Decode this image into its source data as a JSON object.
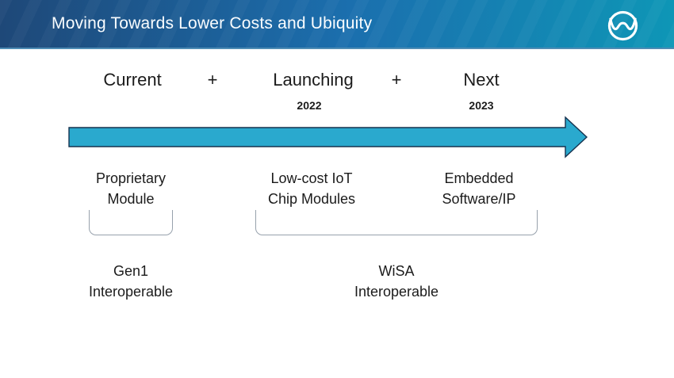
{
  "header": {
    "title": "Moving Towards Lower Costs and Ubiquity",
    "logo_icon": "wisa-wave-logo"
  },
  "colors": {
    "header_start": "#1E4878",
    "header_mid": "#1B6FAE",
    "header_end": "#0E96B6",
    "header_edge": "#4E8CB4",
    "arrow_fill": "#2AA9CE",
    "arrow_stroke": "#16324F",
    "bracket": "#97A1AC",
    "ink": "#1B1B1B"
  },
  "timeline": {
    "plus": "+",
    "phases": [
      {
        "label": "Current",
        "year": ""
      },
      {
        "label": "Launching",
        "year": "2022"
      },
      {
        "label": "Next",
        "year": "2023"
      }
    ]
  },
  "stages": [
    {
      "line1": "Proprietary",
      "line2": "Module"
    },
    {
      "line1": "Low-cost IoT",
      "line2": "Chip Modules"
    },
    {
      "line1": "Embedded",
      "line2": "Software/IP"
    }
  ],
  "groups": [
    {
      "line1": "Gen1",
      "line2": "Interoperable"
    },
    {
      "line1": "WiSA",
      "line2": "Interoperable"
    }
  ]
}
